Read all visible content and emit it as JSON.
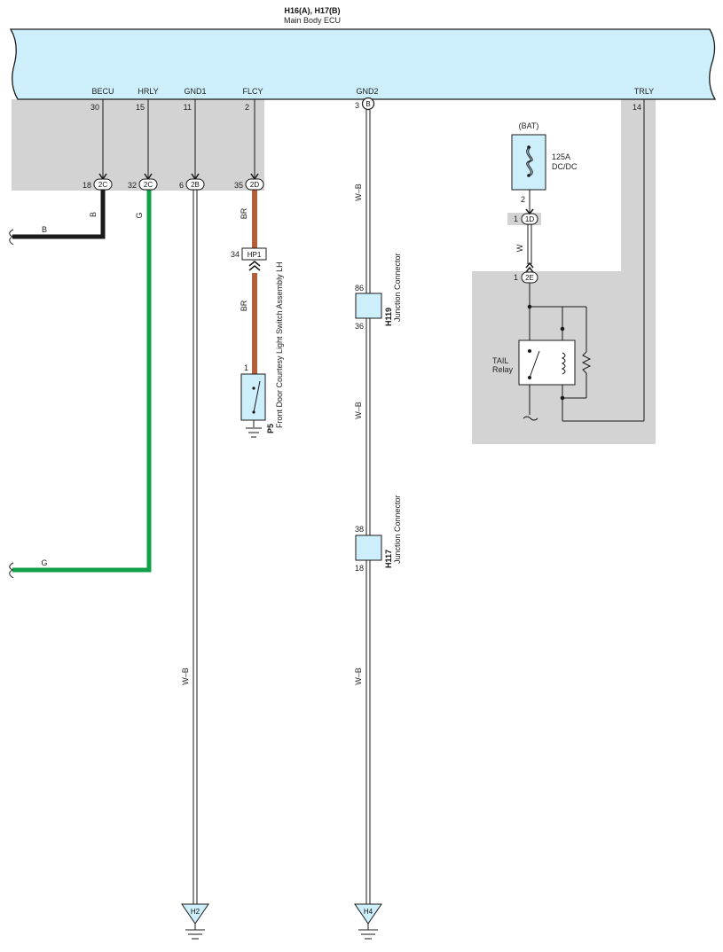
{
  "ecu": {
    "title": "H16(A), H17(B)",
    "name": "Main Body ECU"
  },
  "ecu_pins": [
    {
      "id": "becu",
      "label": "BECU",
      "num": "30"
    },
    {
      "id": "hrly",
      "label": "HRLY",
      "num": "15"
    },
    {
      "id": "gnd1",
      "label": "GND1",
      "num": "11"
    },
    {
      "id": "flcy",
      "label": "FLCY",
      "num": "2"
    },
    {
      "id": "gnd2",
      "label": "GND2",
      "num": "3",
      "connector": "B"
    },
    {
      "id": "trly",
      "label": "TRLY",
      "num": "14"
    }
  ],
  "connectors": [
    {
      "id": "becu",
      "pin": "18",
      "code": "2C"
    },
    {
      "id": "hrly",
      "pin": "32",
      "code": "2C"
    },
    {
      "id": "gnd1",
      "pin": "6",
      "code": "2B"
    },
    {
      "id": "flcy",
      "pin": "35",
      "code": "2D"
    }
  ],
  "wires": {
    "becu": "B",
    "becu_out": "B",
    "hrly": "G",
    "hrly_out": "G",
    "gnd1": "W–B",
    "flcy_upper": "BR",
    "flcy_lower": "BR",
    "gnd2_a": "W–B",
    "gnd2_b": "W–B",
    "gnd2_c": "W–B",
    "relay_in": "W"
  },
  "hp1": {
    "pin": "34",
    "code": "HP1"
  },
  "switch_p5": {
    "pin": "1",
    "code": "P5",
    "name": "Front Door Courtesy Light Switch Assembly LH"
  },
  "junction_h119": {
    "code": "H119",
    "name": "Junction Connector",
    "pin_top": "86",
    "pin_bottom": "36"
  },
  "junction_h117": {
    "code": "H117",
    "name": "Junction Connector",
    "pin_top": "38",
    "pin_bottom": "18"
  },
  "fuse": {
    "source": "(BAT)",
    "rating": "125A",
    "name": "DC/DC",
    "pin_out": "2"
  },
  "conn_1d": {
    "pin": "1",
    "code": "1D"
  },
  "conn_2e": {
    "pin": "1",
    "code": "2E"
  },
  "relay": {
    "name_line1": "TAIL",
    "name_line2": "Relay"
  },
  "grounds": [
    {
      "id": "h2",
      "code": "H2"
    },
    {
      "id": "h4",
      "code": "H4"
    }
  ],
  "colors": {
    "ecu_fill": "#cdeefb",
    "shade": "#d3d3d3",
    "wire_black": "#1a1a1a",
    "wire_green": "#10a04a",
    "wire_brown": "#b35f3a",
    "component_fill": "#cdeefb"
  }
}
